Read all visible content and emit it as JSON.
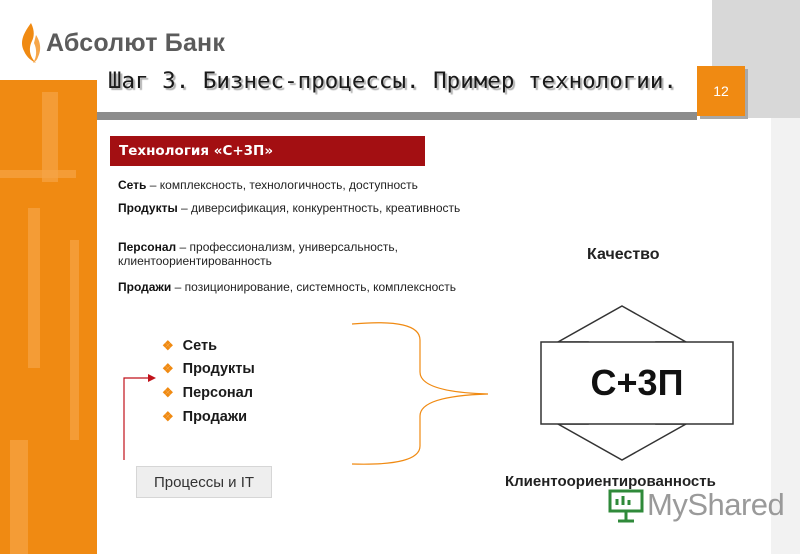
{
  "brand": {
    "name": "Абсолют Банк"
  },
  "slide": {
    "title": "Шаг 3. Бизнес-процессы. Пример технологии.",
    "page_number": "12"
  },
  "technology_box": {
    "label": "Технология «С+3П»"
  },
  "descriptions": [
    {
      "term": "Сеть",
      "text": " – комплексность, технологичность, доступность"
    },
    {
      "term": "Продукты",
      "text": " – диверсификация, конкурентность, креативность"
    },
    {
      "term": "Персонал",
      "text": " – профессионализм, универсальность, клиентоориентированность"
    },
    {
      "term": "Продажи",
      "text": " – позиционирование, системность, комплексность"
    }
  ],
  "bullets": [
    "Сеть",
    "Продукты",
    "Персонал",
    "Продажи"
  ],
  "processes_box": {
    "label": "Процессы и IT"
  },
  "diagram": {
    "center_label": "С+3П",
    "top_label": "Качество",
    "bottom_label": "Клиентоориентированность"
  },
  "watermark": {
    "text": "MyShared"
  },
  "colors": {
    "accent_orange": "#f08a12",
    "accent_red": "#a30f12",
    "gray": "#8c8c8c"
  }
}
